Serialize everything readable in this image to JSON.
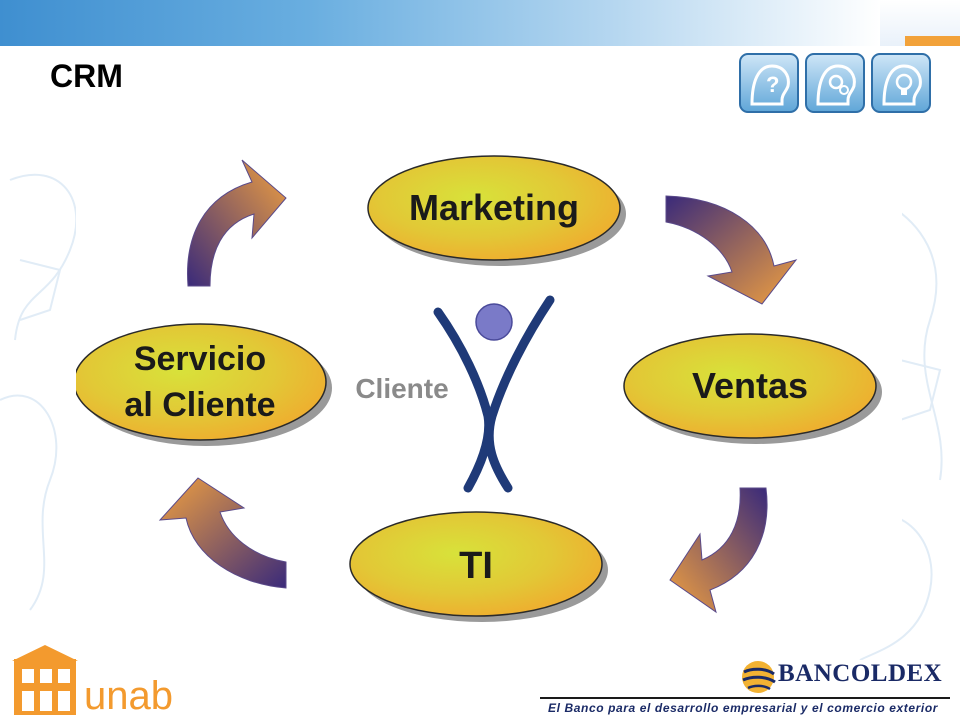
{
  "slide": {
    "title": "CRM"
  },
  "diagram": {
    "nodes": [
      {
        "id": "marketing",
        "lines": [
          "Marketing"
        ]
      },
      {
        "id": "ventas",
        "lines": [
          "Ventas"
        ]
      },
      {
        "id": "ti",
        "lines": [
          "TI"
        ]
      },
      {
        "id": "servicio",
        "lines": [
          "Servicio",
          "al Cliente"
        ]
      }
    ],
    "center": {
      "label": "Cliente"
    }
  },
  "footer": {
    "brand": "BANCOLDEX",
    "tagline": "El Banco para el desarrollo empresarial y el comercio exterior",
    "university": "unab"
  },
  "colors": {
    "ellipse_inner": "#d8e23a",
    "ellipse_outer": "#f4a22c",
    "arrow_dark": "#3a2a7a",
    "arrow_light": "#f0a040",
    "figure_body": "#1f3a78",
    "figure_head": "#7a7ac8",
    "accent_orange": "#f2a23a"
  }
}
